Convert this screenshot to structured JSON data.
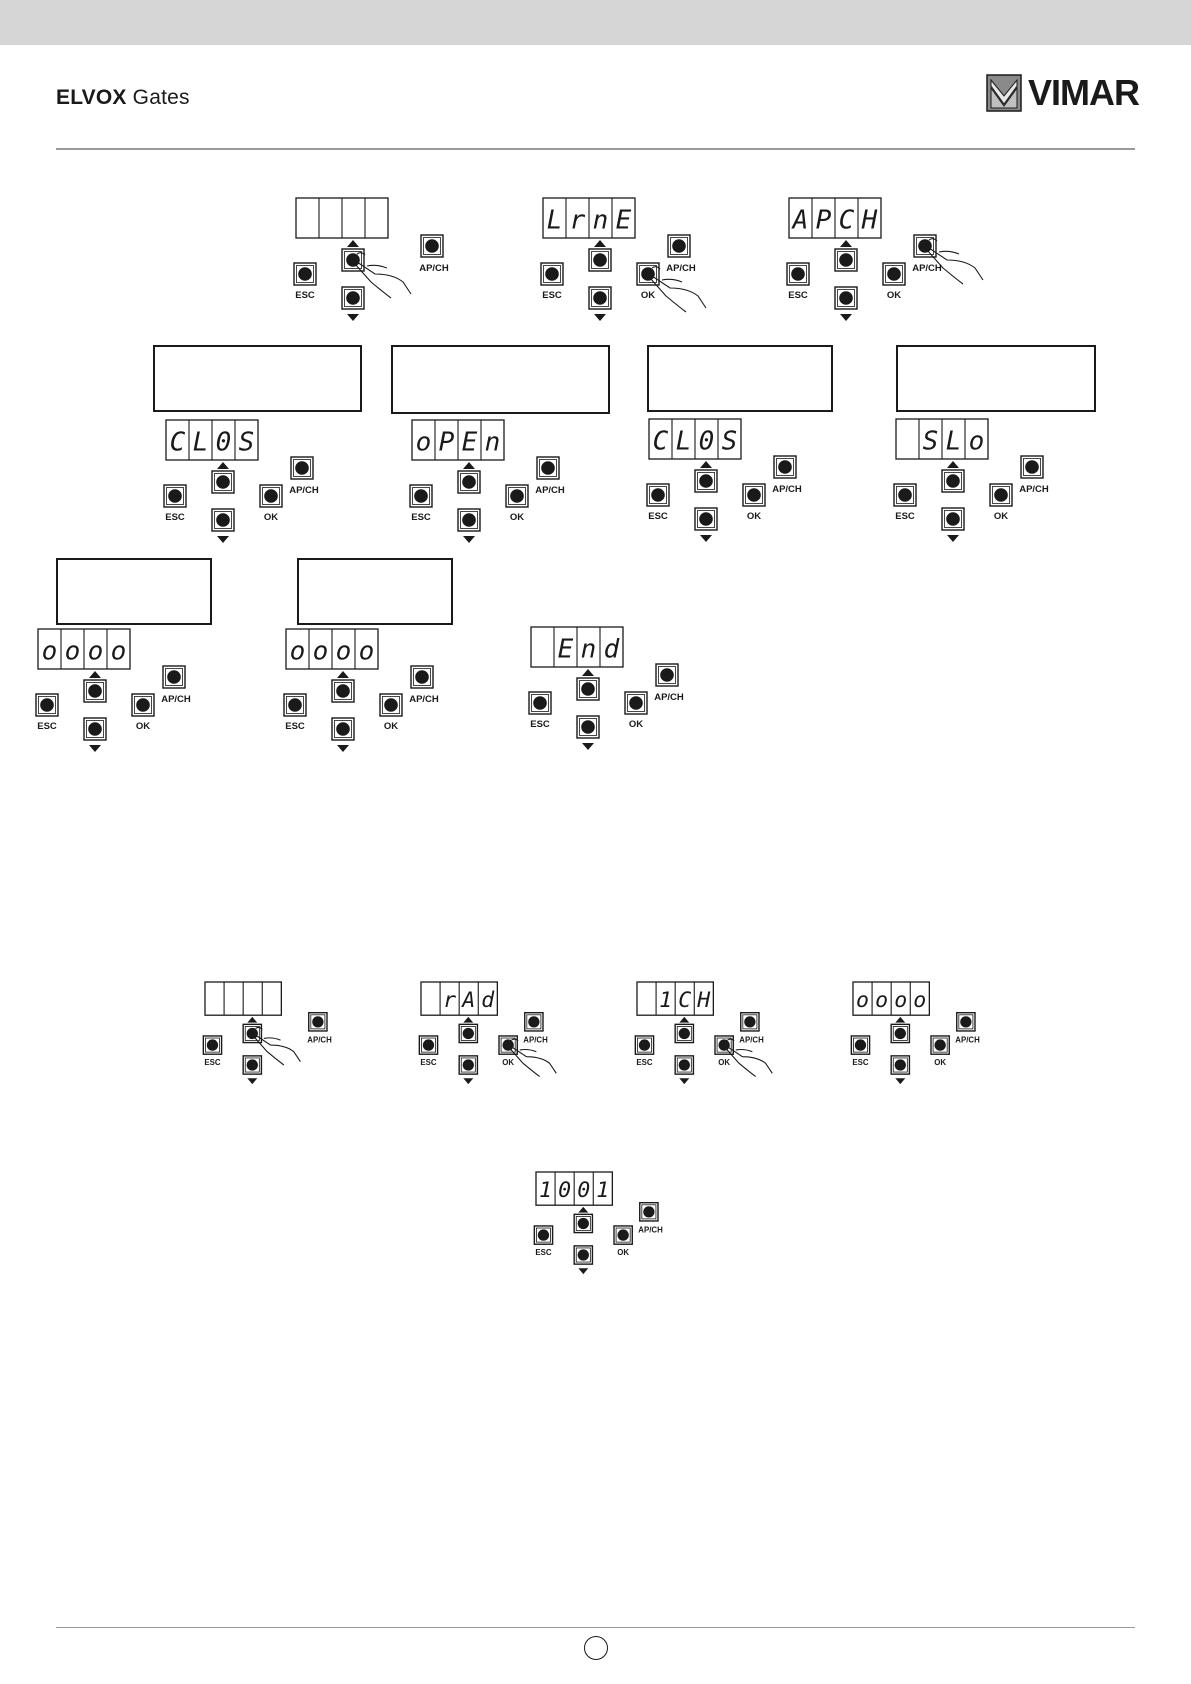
{
  "header": {
    "brand_bold": "ELVOX",
    "brand_light": "Gates",
    "logo_text": "VIMAR"
  },
  "labels": {
    "esc": "ESC",
    "ok": "OK",
    "apch": "AP/CH"
  },
  "colors": {
    "ink": "#1a1a1a",
    "band": "#d6d6d6",
    "rule": "#9a9a9a"
  },
  "steps": [
    {
      "id": "s1",
      "display": [
        "",
        "",
        "",
        ""
      ],
      "press": "up",
      "hide_ok": true
    },
    {
      "id": "s2",
      "display": [
        "L",
        "r",
        "n",
        "E"
      ],
      "press": "ok"
    },
    {
      "id": "s3",
      "display": [
        "A",
        "P",
        "C",
        "H"
      ],
      "press": "apch"
    },
    {
      "id": "s4",
      "display": [
        "C",
        "L",
        "0",
        "S"
      ]
    },
    {
      "id": "s5",
      "display": [
        "o",
        "P",
        "E",
        "n"
      ]
    },
    {
      "id": "s6",
      "display": [
        "C",
        "L",
        "0",
        "S"
      ]
    },
    {
      "id": "s7",
      "display": [
        "",
        "S",
        "L",
        "o"
      ]
    },
    {
      "id": "s8",
      "display": [
        "o",
        "o",
        "o",
        "o"
      ]
    },
    {
      "id": "s9",
      "display": [
        "o",
        "o",
        "o",
        "o"
      ]
    },
    {
      "id": "s10",
      "display": [
        "",
        "E",
        "n",
        "d"
      ]
    },
    {
      "id": "s11",
      "display": [
        "",
        "",
        "",
        ""
      ],
      "press": "up",
      "hide_ok": true
    },
    {
      "id": "s12",
      "display": [
        "",
        "r",
        "A",
        "d"
      ],
      "press": "ok"
    },
    {
      "id": "s13",
      "display": [
        "",
        "1",
        "C",
        "H"
      ],
      "press": "ok"
    },
    {
      "id": "s14",
      "display": [
        "o",
        "o",
        "o",
        "o"
      ]
    },
    {
      "id": "s15",
      "display": [
        "1",
        "0",
        "0",
        "1"
      ]
    }
  ]
}
